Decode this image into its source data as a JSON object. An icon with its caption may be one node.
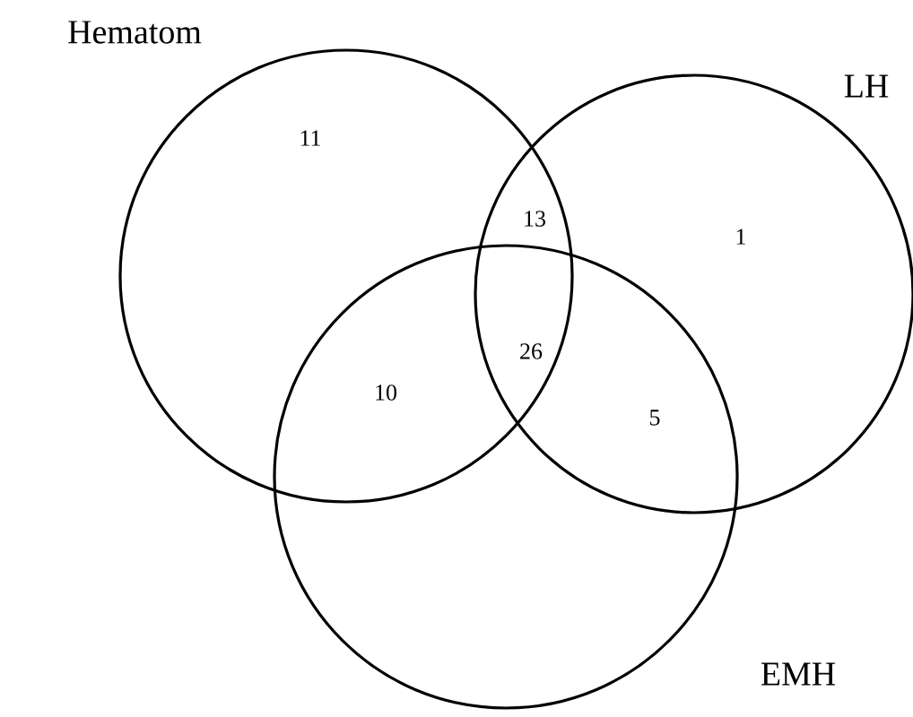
{
  "diagram": {
    "nodes": [
      {
        "text": [
          "Hematom"
        ]
      },
      {
        "text": [
          "LH"
        ]
      },
      {
        "text": [
          "EMH"
        ]
      }
    ],
    "labels": [
      "11",
      "13",
      "1",
      "26",
      "10",
      "5"
    ]
  }
}
